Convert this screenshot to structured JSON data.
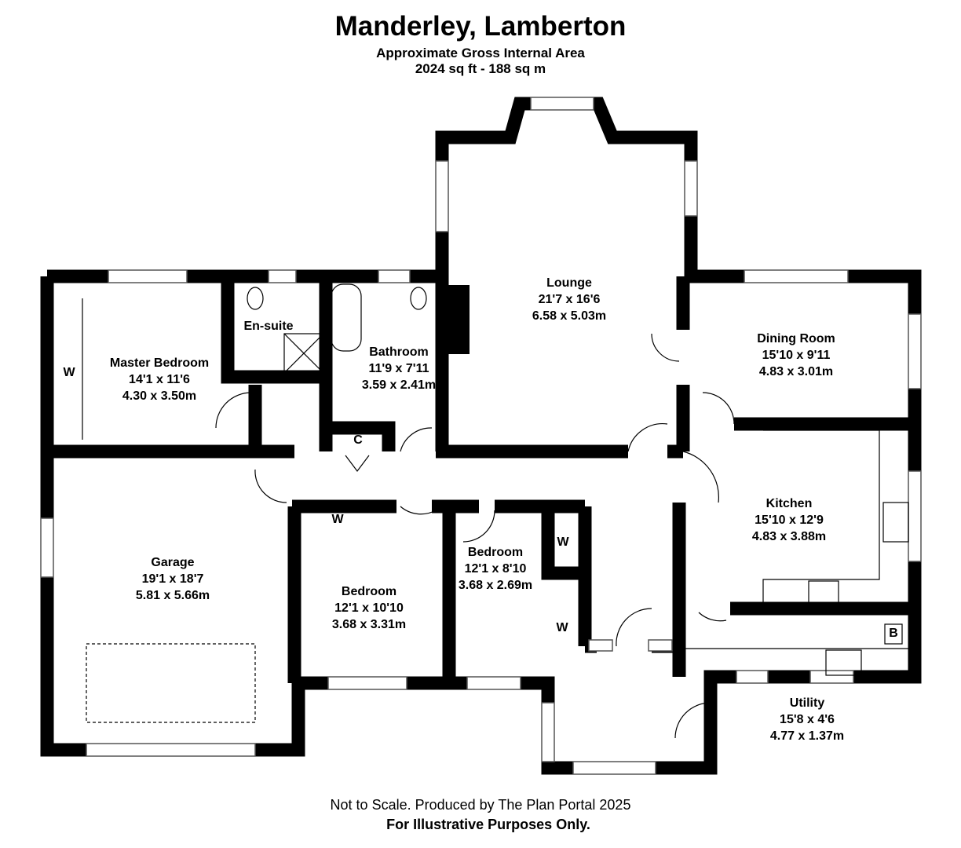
{
  "header": {
    "title": "Manderley, Lamberton",
    "subtitle": "Approximate Gross Internal Area",
    "area": "2024 sq ft - 188 sq m"
  },
  "rooms": [
    {
      "name": "Lounge",
      "imperial": "21'7 x 16'6",
      "metric": "6.58 x 5.03m"
    },
    {
      "name": "Dining Room",
      "imperial": "15'10 x 9'11",
      "metric": "4.83 x 3.01m"
    },
    {
      "name": "Master Bedroom",
      "imperial": "14'1 x 11'6",
      "metric": "4.30 x 3.50m"
    },
    {
      "name": "En-suite"
    },
    {
      "name": "Bathroom",
      "imperial": "11'9 x 7'11",
      "metric": "3.59 x 2.41m"
    },
    {
      "name": "Kitchen",
      "imperial": "15'10 x 12'9",
      "metric": "4.83 x 3.88m"
    },
    {
      "name": "Garage",
      "imperial": "19'1 x 18'7",
      "metric": "5.81 x 5.66m"
    },
    {
      "name": "Bedroom",
      "imperial": "12'1 x 10'10",
      "metric": "3.68 x 3.31m"
    },
    {
      "name": "Bedroom",
      "imperial": "12'1 x 8'10",
      "metric": "3.68 x 2.69m"
    },
    {
      "name": "Utility",
      "imperial": "15'8 x 4'6",
      "metric": "4.77 x 1.37m"
    }
  ],
  "markers": {
    "wardrobe": "W",
    "cupboard": "C",
    "boiler": "B"
  },
  "footer": {
    "line1": "Not to Scale. Produced by The Plan Portal 2025",
    "line2": "For Illustrative Purposes Only."
  }
}
